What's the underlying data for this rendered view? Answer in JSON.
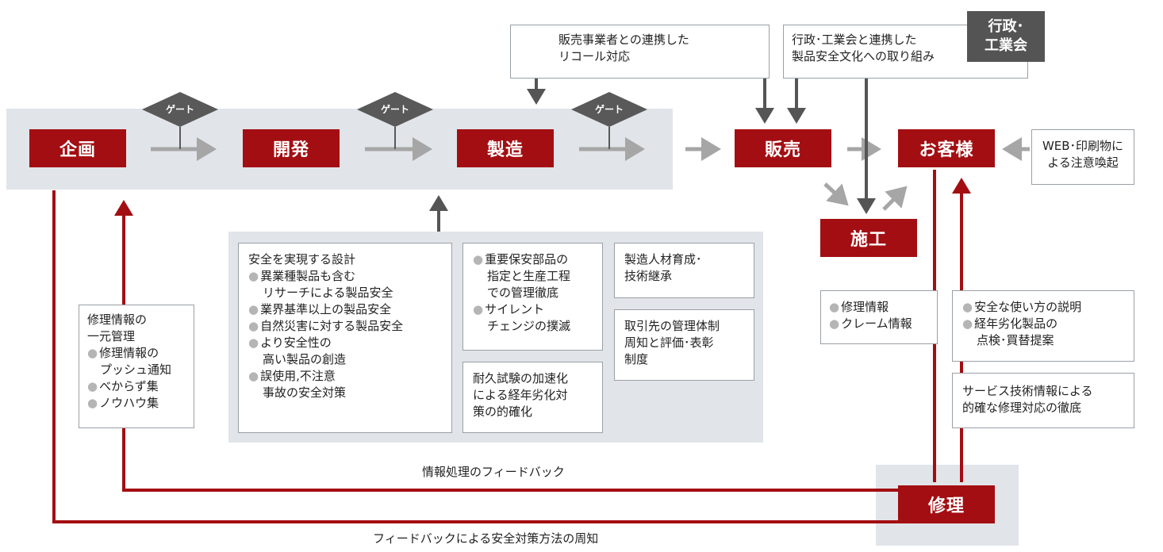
{
  "stages": {
    "kikaku": "企画",
    "kaihatsu": "開発",
    "seizo": "製造",
    "hanbai": "販売",
    "okyakusama": "お客様",
    "seko": "施工",
    "shuri": "修理"
  },
  "gates": [
    "ゲート",
    "ゲート",
    "ゲート"
  ],
  "top_boxes": {
    "recall": [
      "販売事業者との連携した",
      "リコール対応"
    ],
    "gyosei_text": [
      "行政･工業会と連携した",
      "製品安全文化への取り組み"
    ],
    "gyosei_badge": [
      "行政･",
      "工業会"
    ]
  },
  "web_box": [
    "WEB･印刷物に",
    "よる注意喚起"
  ],
  "left_box": {
    "title_lines": [
      "修理情報の",
      "一元管理"
    ],
    "items": [
      [
        "修理情報の",
        "プッシュ通知"
      ],
      [
        "べからず集"
      ],
      [
        "ノウハウ集"
      ]
    ]
  },
  "center": {
    "design_title": "安全を実現する設計",
    "design_items": [
      [
        "異業種製品も含む",
        "リサーチによる製品安全"
      ],
      [
        "業界基準以上の製品安全"
      ],
      [
        "自然災害に対する製品安全"
      ],
      [
        "より安全性の",
        "高い製品の創造"
      ],
      [
        "誤使用,不注意",
        "事故の安全対策"
      ]
    ],
    "parts_items": [
      [
        "重要保安部品の",
        "指定と生産工程",
        "での管理徹底"
      ],
      [
        "サイレント",
        "チェンジの撲滅"
      ]
    ],
    "durability": [
      "耐久試験の加速化",
      "による経年劣化対",
      "策の的確化"
    ],
    "talent": [
      "製造人材育成･",
      "技術継承"
    ],
    "supplier": [
      "取引先の管理体制",
      "周知と評価･表彰",
      "制度"
    ]
  },
  "right_boxes": {
    "repair_info": [
      "修理情報",
      "クレーム情報"
    ],
    "safe_use": [
      [
        "安全な使い方の説明"
      ],
      [
        "経年劣化製品の",
        "点検･買替提案"
      ]
    ],
    "service_info": [
      "サービス技術情報による",
      "的確な修理対応の徹底"
    ]
  },
  "captions": {
    "feedback_info": "情報処理のフィードバック",
    "feedback_safety": "フィードバックによる安全対策方法の周知"
  },
  "colors": {
    "accent": "#a30e12",
    "band": "#e1e4e8",
    "arrow_gray": "#a6a6a6",
    "arrow_dark": "#555555",
    "gate": "#595959"
  }
}
